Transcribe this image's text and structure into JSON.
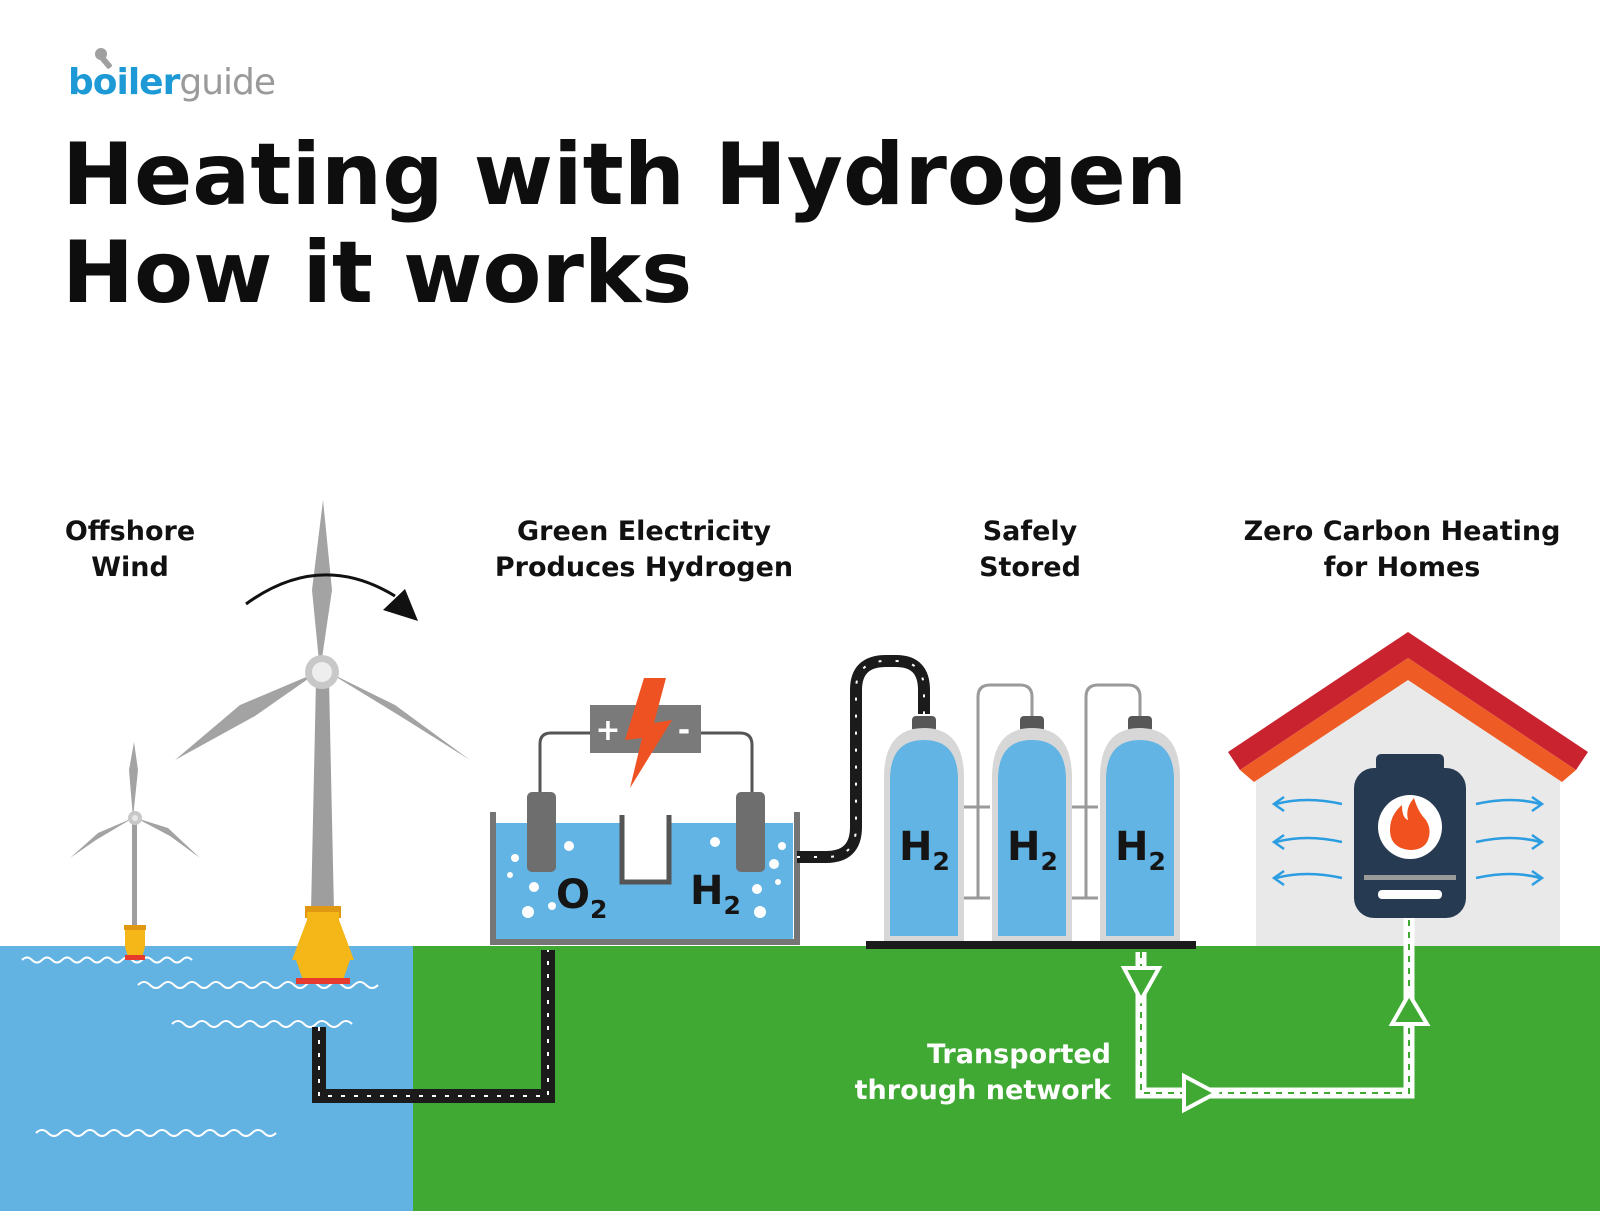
{
  "brand": {
    "part1": "boiler",
    "part2": "guide"
  },
  "title": {
    "line1": "Heating with Hydrogen",
    "line2": "How it works"
  },
  "steps": {
    "wind": [
      "Offshore",
      "Wind"
    ],
    "electrolysis": [
      "Green Electricity",
      "Produces Hydrogen"
    ],
    "storage": [
      "Safely",
      "Stored"
    ],
    "heating": [
      "Zero Carbon Heating",
      "for Homes"
    ]
  },
  "transport": [
    "Transported",
    "through network"
  ],
  "chem": {
    "O": "O",
    "H": "H",
    "sub": "2",
    "plus": "+",
    "minus": "-"
  },
  "colors": {
    "sea": "#63b3e2",
    "grass": "#3fa933",
    "tank": "#62b4e4",
    "flame": "#f0511f",
    "roof_dark": "#c92330",
    "roof_light": "#ef5b24",
    "brand_blue": "#1d9ad6",
    "buoy": "#f5b617"
  }
}
